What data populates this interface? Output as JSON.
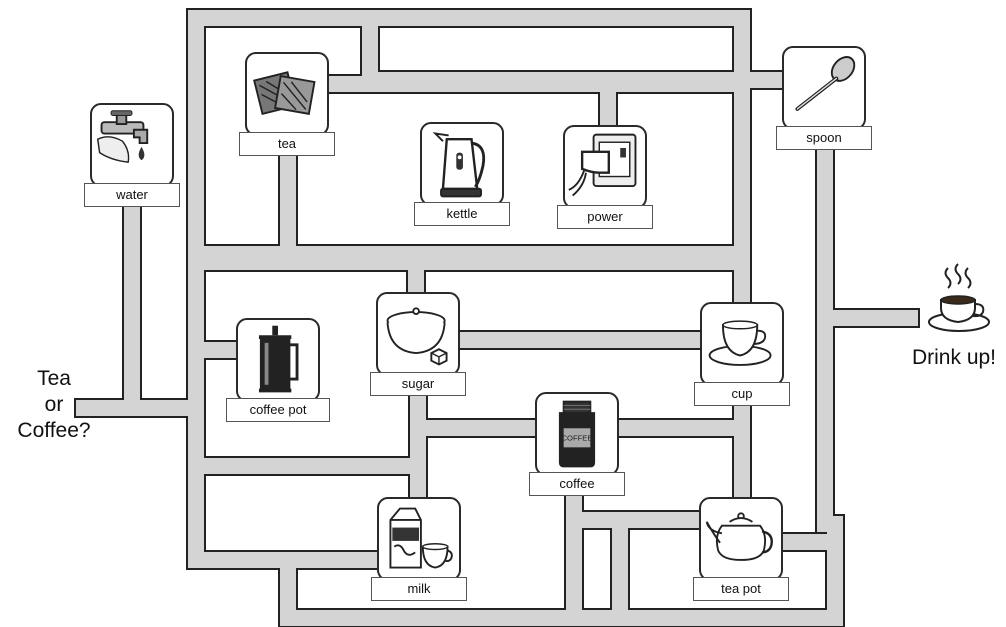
{
  "start": {
    "line1": "Tea",
    "line2": "or",
    "line3": "Coffee?"
  },
  "finish": {
    "label": "Drink up!"
  },
  "items": {
    "water": "water",
    "tea": "tea",
    "kettle": "kettle",
    "power": "power",
    "spoon": "spoon",
    "coffee_pot": "coffee pot",
    "sugar": "sugar",
    "cup": "cup",
    "coffee": "coffee",
    "milk": "milk",
    "tea_pot": "tea pot"
  },
  "icons": {
    "water": "tap-icon",
    "tea": "tea-bags-icon",
    "kettle": "kettle-icon",
    "power": "power-plug-icon",
    "spoon": "spoon-icon",
    "coffee_pot": "french-press-icon",
    "sugar": "sugar-bowl-icon",
    "cup": "cup-and-saucer-icon",
    "coffee": "coffee-jar-icon",
    "milk": "milk-carton-icon",
    "tea_pot": "teapot-icon",
    "finish": "steaming-cup-icon"
  },
  "colors": {
    "path": "#d4d4d4",
    "wall": "#222222"
  }
}
